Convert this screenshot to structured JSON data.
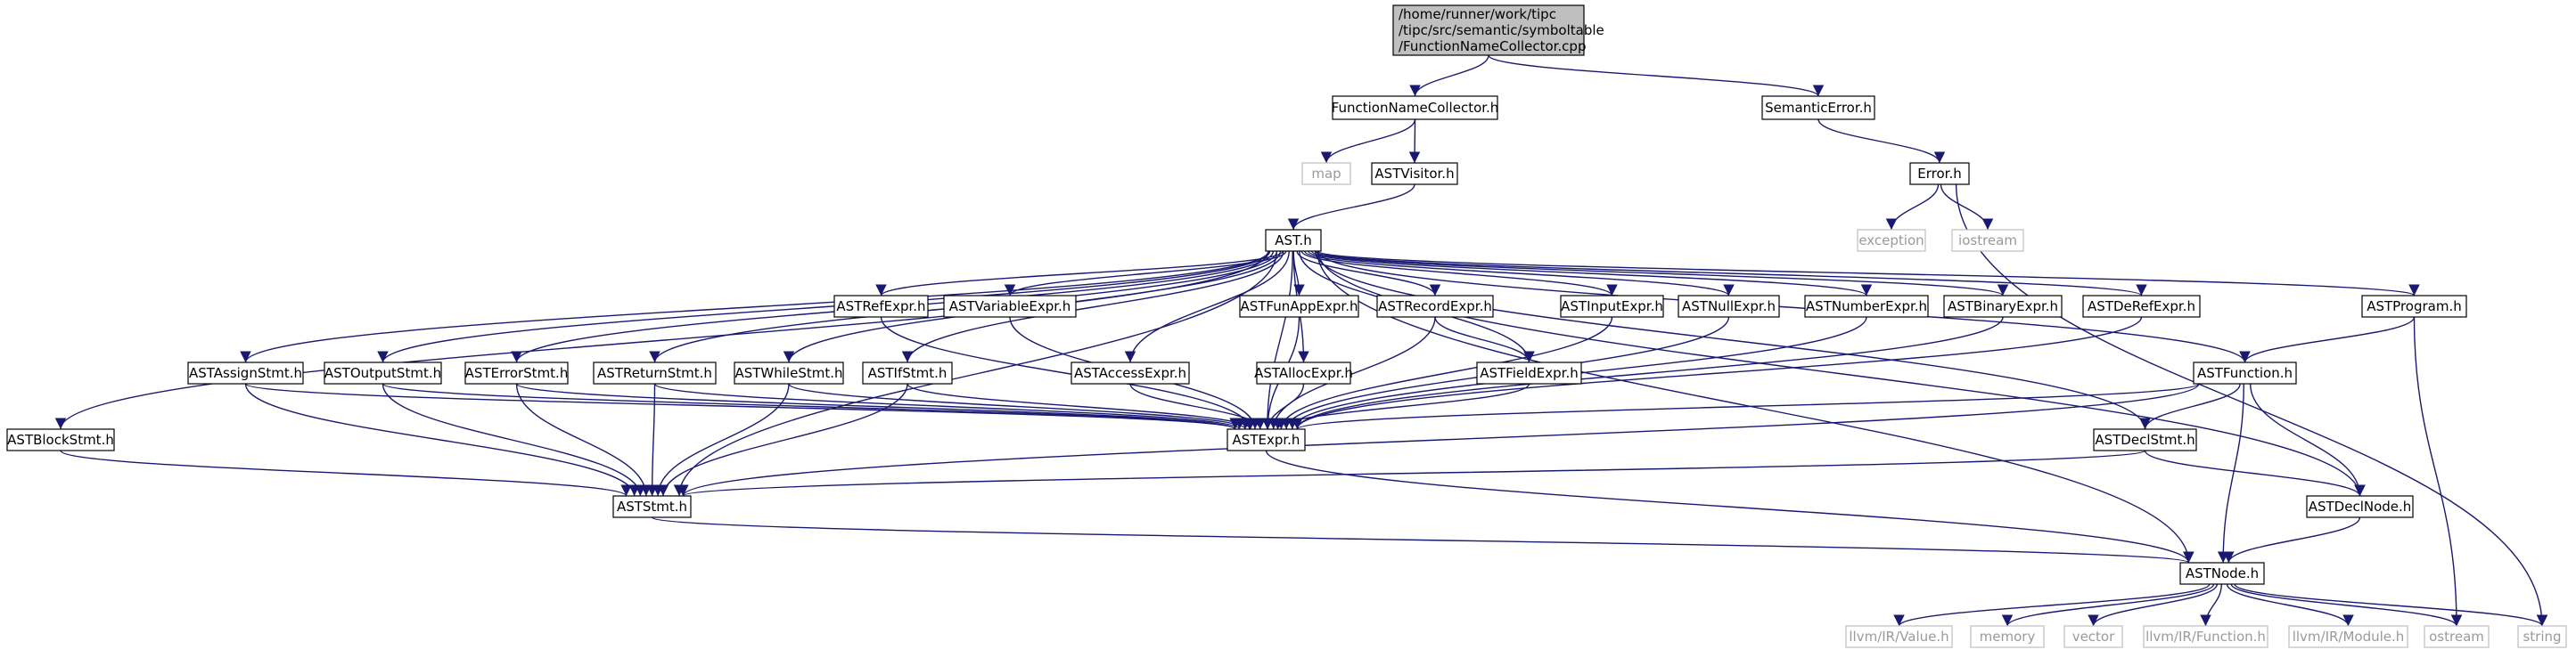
{
  "theme": {
    "edge_color": "#191970",
    "node_border": "#000000",
    "external_border": "#bfbfbf",
    "root_fill": "#bfbfbf",
    "external_text": "#9a9a9a"
  },
  "nodes": [
    {
      "id": "root",
      "lines": [
        "/home/runner/work/tipc",
        "/tipc/src/semantic/symboltable",
        "/FunctionNameCollector.cpp"
      ],
      "kind": "root"
    },
    {
      "id": "fnc",
      "lines": [
        "FunctionNameCollector.h"
      ],
      "kind": "local"
    },
    {
      "id": "semerr",
      "lines": [
        "SemanticError.h"
      ],
      "kind": "local"
    },
    {
      "id": "map",
      "lines": [
        "map"
      ],
      "kind": "external"
    },
    {
      "id": "astvisitor",
      "lines": [
        "ASTVisitor.h"
      ],
      "kind": "local"
    },
    {
      "id": "error",
      "lines": [
        "Error.h"
      ],
      "kind": "local"
    },
    {
      "id": "exception",
      "lines": [
        "exception"
      ],
      "kind": "external"
    },
    {
      "id": "iostream",
      "lines": [
        "iostream"
      ],
      "kind": "external"
    },
    {
      "id": "ast",
      "lines": [
        "AST.h"
      ],
      "kind": "local"
    },
    {
      "id": "refexpr",
      "lines": [
        "ASTRefExpr.h"
      ],
      "kind": "local"
    },
    {
      "id": "varexpr",
      "lines": [
        "ASTVariableExpr.h"
      ],
      "kind": "local"
    },
    {
      "id": "funapp",
      "lines": [
        "ASTFunAppExpr.h"
      ],
      "kind": "local"
    },
    {
      "id": "recexpr",
      "lines": [
        "ASTRecordExpr.h"
      ],
      "kind": "local"
    },
    {
      "id": "inputexpr",
      "lines": [
        "ASTInputExpr.h"
      ],
      "kind": "local"
    },
    {
      "id": "nullexpr",
      "lines": [
        "ASTNullExpr.h"
      ],
      "kind": "local"
    },
    {
      "id": "numexpr",
      "lines": [
        "ASTNumberExpr.h"
      ],
      "kind": "local"
    },
    {
      "id": "binexpr",
      "lines": [
        "ASTBinaryExpr.h"
      ],
      "kind": "local"
    },
    {
      "id": "derefexpr",
      "lines": [
        "ASTDeRefExpr.h"
      ],
      "kind": "local"
    },
    {
      "id": "program",
      "lines": [
        "ASTProgram.h"
      ],
      "kind": "local"
    },
    {
      "id": "assign",
      "lines": [
        "ASTAssignStmt.h"
      ],
      "kind": "local"
    },
    {
      "id": "output",
      "lines": [
        "ASTOutputStmt.h"
      ],
      "kind": "local"
    },
    {
      "id": "errorstmt",
      "lines": [
        "ASTErrorStmt.h"
      ],
      "kind": "local"
    },
    {
      "id": "returnstmt",
      "lines": [
        "ASTReturnStmt.h"
      ],
      "kind": "local"
    },
    {
      "id": "whilestmt",
      "lines": [
        "ASTWhileStmt.h"
      ],
      "kind": "local"
    },
    {
      "id": "ifstmt",
      "lines": [
        "ASTIfStmt.h"
      ],
      "kind": "local"
    },
    {
      "id": "access",
      "lines": [
        "ASTAccessExpr.h"
      ],
      "kind": "local"
    },
    {
      "id": "alloc",
      "lines": [
        "ASTAllocExpr.h"
      ],
      "kind": "local"
    },
    {
      "id": "field",
      "lines": [
        "ASTFieldExpr.h"
      ],
      "kind": "local"
    },
    {
      "id": "function",
      "lines": [
        "ASTFunction.h"
      ],
      "kind": "local"
    },
    {
      "id": "block",
      "lines": [
        "ASTBlockStmt.h"
      ],
      "kind": "local"
    },
    {
      "id": "expr",
      "lines": [
        "ASTExpr.h"
      ],
      "kind": "local"
    },
    {
      "id": "declstmt",
      "lines": [
        "ASTDeclStmt.h"
      ],
      "kind": "local"
    },
    {
      "id": "stmt",
      "lines": [
        "ASTStmt.h"
      ],
      "kind": "local"
    },
    {
      "id": "declnode",
      "lines": [
        "ASTDeclNode.h"
      ],
      "kind": "local"
    },
    {
      "id": "node",
      "lines": [
        "ASTNode.h"
      ],
      "kind": "local"
    },
    {
      "id": "value",
      "lines": [
        "llvm/IR/Value.h"
      ],
      "kind": "external"
    },
    {
      "id": "memory",
      "lines": [
        "memory"
      ],
      "kind": "external"
    },
    {
      "id": "vector",
      "lines": [
        "vector"
      ],
      "kind": "external"
    },
    {
      "id": "irfunction",
      "lines": [
        "llvm/IR/Function.h"
      ],
      "kind": "external"
    },
    {
      "id": "irmodule",
      "lines": [
        "llvm/IR/Module.h"
      ],
      "kind": "external"
    },
    {
      "id": "ostream",
      "lines": [
        "ostream"
      ],
      "kind": "external"
    },
    {
      "id": "string",
      "lines": [
        "string"
      ],
      "kind": "external"
    }
  ],
  "edges": [
    [
      "root",
      "fnc"
    ],
    [
      "root",
      "semerr"
    ],
    [
      "fnc",
      "map"
    ],
    [
      "fnc",
      "astvisitor"
    ],
    [
      "semerr",
      "error"
    ],
    [
      "error",
      "exception"
    ],
    [
      "error",
      "iostream"
    ],
    [
      "error",
      "string"
    ],
    [
      "astvisitor",
      "ast"
    ],
    [
      "ast",
      "refexpr"
    ],
    [
      "ast",
      "varexpr"
    ],
    [
      "ast",
      "funapp"
    ],
    [
      "ast",
      "recexpr"
    ],
    [
      "ast",
      "inputexpr"
    ],
    [
      "ast",
      "nullexpr"
    ],
    [
      "ast",
      "numexpr"
    ],
    [
      "ast",
      "binexpr"
    ],
    [
      "ast",
      "derefexpr"
    ],
    [
      "ast",
      "program"
    ],
    [
      "ast",
      "assign"
    ],
    [
      "ast",
      "output"
    ],
    [
      "ast",
      "errorstmt"
    ],
    [
      "ast",
      "returnstmt"
    ],
    [
      "ast",
      "whilestmt"
    ],
    [
      "ast",
      "ifstmt"
    ],
    [
      "ast",
      "access"
    ],
    [
      "ast",
      "alloc"
    ],
    [
      "ast",
      "field"
    ],
    [
      "ast",
      "function"
    ],
    [
      "ast",
      "block"
    ],
    [
      "ast",
      "expr"
    ],
    [
      "ast",
      "declstmt"
    ],
    [
      "ast",
      "stmt"
    ],
    [
      "ast",
      "declnode"
    ],
    [
      "ast",
      "node"
    ],
    [
      "refexpr",
      "expr"
    ],
    [
      "varexpr",
      "expr"
    ],
    [
      "funapp",
      "expr"
    ],
    [
      "recexpr",
      "expr"
    ],
    [
      "recexpr",
      "field"
    ],
    [
      "inputexpr",
      "expr"
    ],
    [
      "nullexpr",
      "expr"
    ],
    [
      "numexpr",
      "expr"
    ],
    [
      "binexpr",
      "expr"
    ],
    [
      "derefexpr",
      "expr"
    ],
    [
      "program",
      "function"
    ],
    [
      "program",
      "ostream"
    ],
    [
      "assign",
      "expr"
    ],
    [
      "assign",
      "stmt"
    ],
    [
      "output",
      "expr"
    ],
    [
      "output",
      "stmt"
    ],
    [
      "errorstmt",
      "expr"
    ],
    [
      "errorstmt",
      "stmt"
    ],
    [
      "returnstmt",
      "expr"
    ],
    [
      "returnstmt",
      "stmt"
    ],
    [
      "whilestmt",
      "expr"
    ],
    [
      "whilestmt",
      "stmt"
    ],
    [
      "ifstmt",
      "expr"
    ],
    [
      "ifstmt",
      "stmt"
    ],
    [
      "access",
      "expr"
    ],
    [
      "alloc",
      "expr"
    ],
    [
      "field",
      "expr"
    ],
    [
      "function",
      "expr"
    ],
    [
      "function",
      "stmt"
    ],
    [
      "function",
      "declstmt"
    ],
    [
      "function",
      "declnode"
    ],
    [
      "function",
      "node"
    ],
    [
      "block",
      "stmt"
    ],
    [
      "expr",
      "node"
    ],
    [
      "declstmt",
      "stmt"
    ],
    [
      "declstmt",
      "declnode"
    ],
    [
      "stmt",
      "node"
    ],
    [
      "declnode",
      "node"
    ],
    [
      "node",
      "value"
    ],
    [
      "node",
      "memory"
    ],
    [
      "node",
      "vector"
    ],
    [
      "node",
      "irfunction"
    ],
    [
      "node",
      "irmodule"
    ],
    [
      "node",
      "ostream"
    ],
    [
      "node",
      "string"
    ]
  ]
}
